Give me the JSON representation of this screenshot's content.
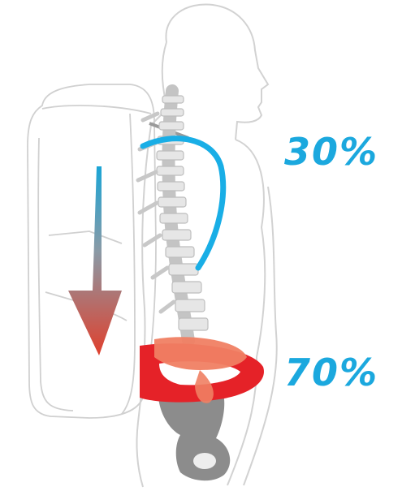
{
  "diagram": {
    "shoulder_load_label": "30%",
    "hip_load_label": "70%",
    "shoulder_load_fraction": 0.3,
    "hip_load_fraction": 0.7
  },
  "colors": {
    "label": "#1ba8de",
    "shoulder_strap": "#19aee6",
    "hip_belt": "#e52228",
    "hip_belt_highlight": "#f08063",
    "arrow_top": "#1aa5d6",
    "arrow_bottom": "#e0402d",
    "outline": "#cfcfcf",
    "bone": "#bdbdbd",
    "pelvis": "#8a8a8a"
  }
}
